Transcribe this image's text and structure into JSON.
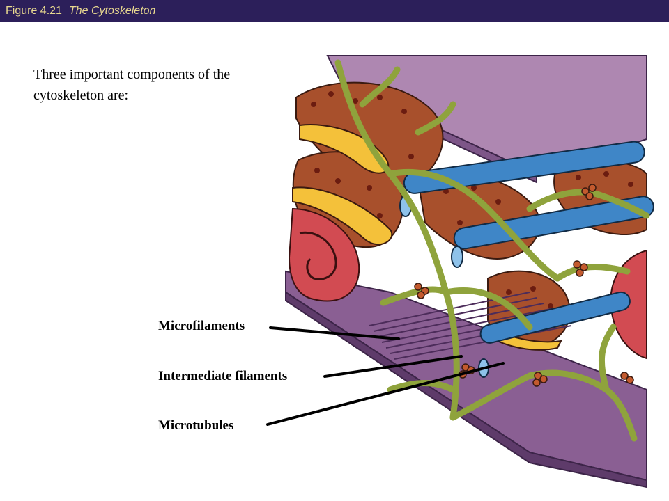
{
  "header": {
    "figure_number": "Figure 4.21",
    "figure_title": "The Cytoskeleton",
    "bg_color": "#2c1f5a",
    "text_color": "#e8d890"
  },
  "intro": {
    "text_line1": "Three important components of the",
    "text_line2": "cytoskeleton are:"
  },
  "labels": {
    "microfilaments": "Microfilaments",
    "intermediate": "Intermediate filaments",
    "microtubules": "Microtubules"
  },
  "colors": {
    "membrane": "#a57aa5",
    "membrane_dark": "#6e4a78",
    "er_brown": "#a8502c",
    "er_yellow": "#f4c13a",
    "microtubule": "#3f86c7",
    "intermediate": "#8fa33c",
    "nucleus_red": "#d24b52"
  }
}
